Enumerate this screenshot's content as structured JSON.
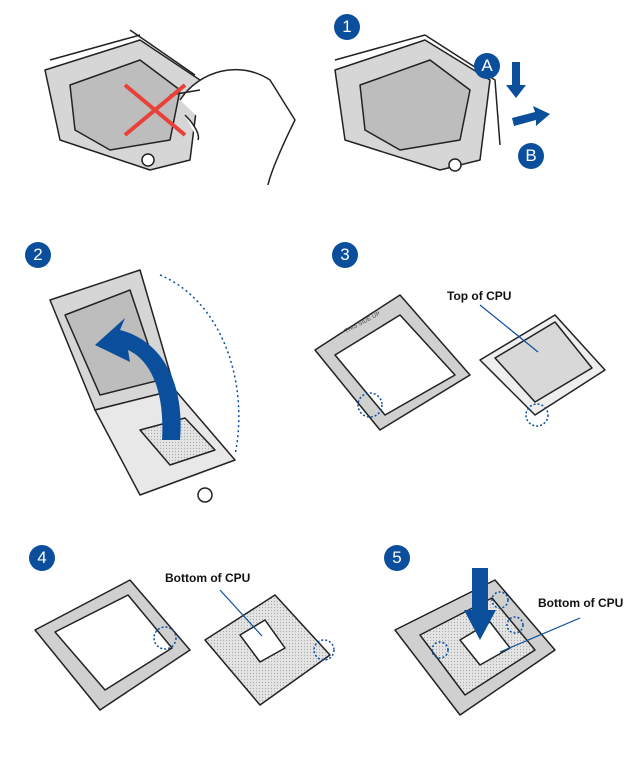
{
  "steps": {
    "s1": "1",
    "s2": "2",
    "s3": "3",
    "s4": "4",
    "s5": "5"
  },
  "arrows": {
    "a": "A",
    "b": "B"
  },
  "labels": {
    "top_of_cpu": "Top of CPU",
    "bottom_of_cpu_4": "Bottom of CPU",
    "bottom_of_cpu_5": "Bottom of CPU",
    "this_side_up": "THIS SIDE UP"
  },
  "colors": {
    "accent": "#0b4f9c",
    "cross": "#e8413a",
    "metal": "#c9c9c9",
    "outline": "#222222"
  }
}
